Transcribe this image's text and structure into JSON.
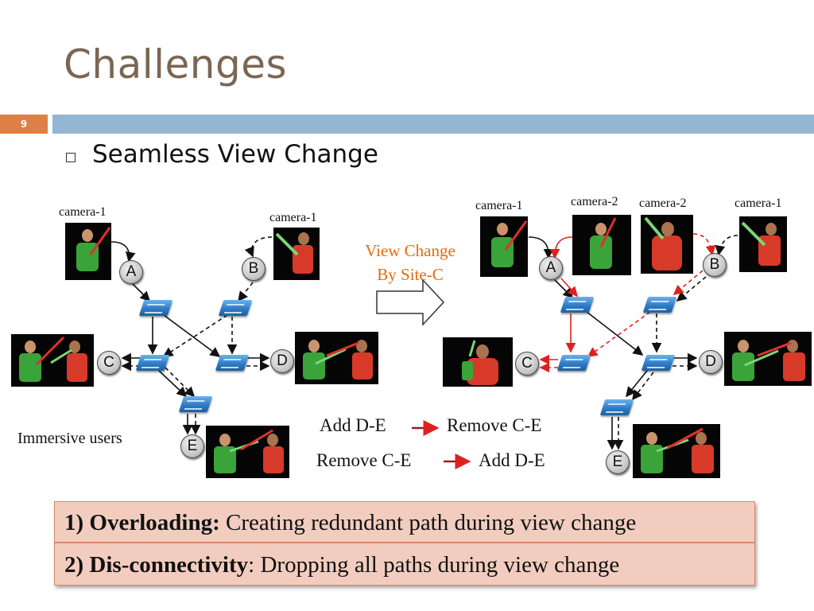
{
  "slide": {
    "title": "Challenges",
    "number": "9",
    "bullet": "Seamless View Change"
  },
  "colors": {
    "title": "#7a6652",
    "accent_orange": "#dd8047",
    "title_bar": "#94b6d2",
    "red_edge": "#e02020",
    "label_orange": "#e36c0a",
    "band_fill": "#f2cdbf"
  },
  "left_diagram": {
    "camera_a_label": "camera-1",
    "camera_b_label": "camera-1",
    "nodes": [
      "A",
      "B",
      "C",
      "D",
      "E"
    ],
    "users_label": "Immersive users"
  },
  "transition": {
    "label_line1": "View Change",
    "label_line2": "By Site-C"
  },
  "right_diagram": {
    "camera_labels": [
      "camera-1",
      "camera-2",
      "camera-2",
      "camera-1"
    ],
    "nodes": [
      "A",
      "B",
      "C",
      "D",
      "E"
    ]
  },
  "orderings": [
    {
      "first": "Add D-E",
      "second": "Remove C-E"
    },
    {
      "first": "Remove C-E",
      "second": "Add D-E"
    }
  ],
  "challenges": [
    {
      "term": "1) Overloading:",
      "text": " Creating redundant path during view change"
    },
    {
      "term": "2) Dis-connectivity",
      "text": ": Dropping all paths during view change"
    }
  ]
}
